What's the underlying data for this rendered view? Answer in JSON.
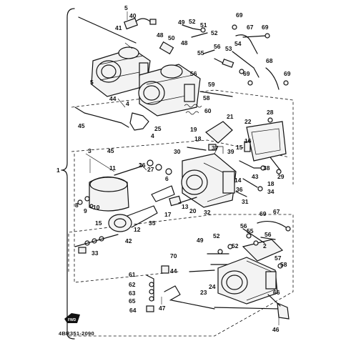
{
  "diagram": {
    "caption": "4BR351-2090",
    "fwd_label": "FWD",
    "part_labels": {
      "n5a": "5",
      "n40": "40",
      "n41": "41",
      "n49a": "49",
      "n52a": "52",
      "n51": "51",
      "n52b": "52",
      "n69a": "69",
      "n67a": "67",
      "n69b": "69",
      "n48a": "48",
      "n50": "50",
      "n48b": "48",
      "n54": "54",
      "n55a": "55",
      "n56a": "56",
      "n53": "53",
      "n5b": "5",
      "n56b": "56",
      "n68": "68",
      "n69c": "69",
      "n69d": "69",
      "n59": "59",
      "n44a": "44",
      "n58": "58",
      "n4a": "4",
      "n60": "60",
      "n21": "21",
      "n22": "22",
      "n28": "28",
      "n45a": "45",
      "n4b": "4",
      "n25": "25",
      "n19": "19",
      "n18": "18",
      "n16": "16",
      "n15a": "15",
      "n45b": "45",
      "n3": "3",
      "n30": "30",
      "n37": "37",
      "n39": "39",
      "n38": "38",
      "n29": "29",
      "n1": "1",
      "n11": "11",
      "n26": "26",
      "n27": "27",
      "n6": "6",
      "n14": "14",
      "n43": "43",
      "n18b": "18",
      "n34": "34",
      "n36": "36",
      "n31": "31",
      "n8": "8",
      "n9": "9",
      "n10": "10",
      "n17": "17",
      "n13": "13",
      "n20": "20",
      "n32": "32",
      "n35": "35",
      "n12": "12",
      "n15b": "15",
      "n42": "42",
      "n69e": "69",
      "n67b": "67",
      "n56c": "56",
      "n55b": "55",
      "n56d": "56",
      "n49b": "49",
      "n52c": "52",
      "n52d": "52",
      "n2": "2",
      "n33": "33",
      "n70": "70",
      "n57": "57",
      "n58b": "58",
      "n44b": "44",
      "n61": "61",
      "n62": "62",
      "n63": "63",
      "n65": "65",
      "n64": "64",
      "n47": "47",
      "n24": "24",
      "n23": "23",
      "n66": "66",
      "n46": "46"
    }
  }
}
